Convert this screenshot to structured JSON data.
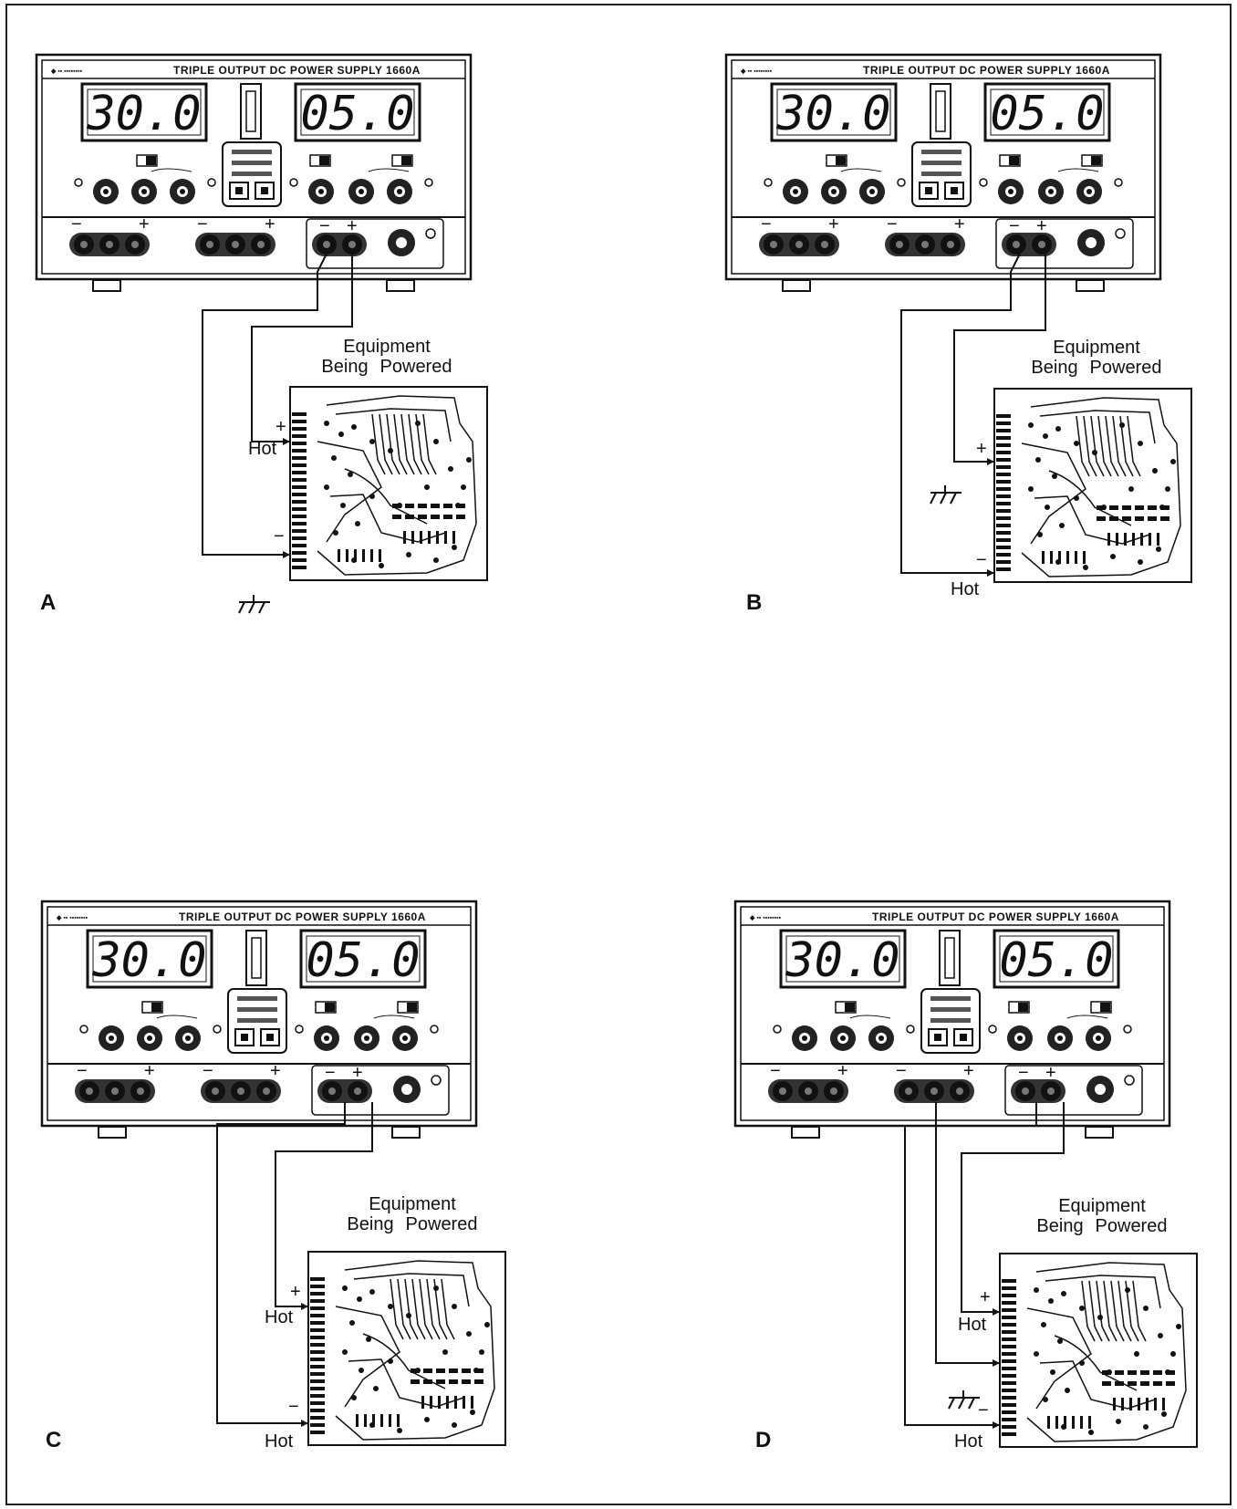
{
  "supply": {
    "title": "TRIPLE OUTPUT DC POWER SUPPLY 1660A",
    "voltage_display": "30.0",
    "current_display": "05.0"
  },
  "equipment_label": {
    "line1": "Equipment",
    "line2": "Being",
    "line3": "Powered"
  },
  "labels": {
    "hot": "Hot",
    "plus": "+",
    "minus": "−"
  },
  "panels": [
    {
      "letter": "A"
    },
    {
      "letter": "B"
    },
    {
      "letter": "C"
    },
    {
      "letter": "D"
    }
  ]
}
